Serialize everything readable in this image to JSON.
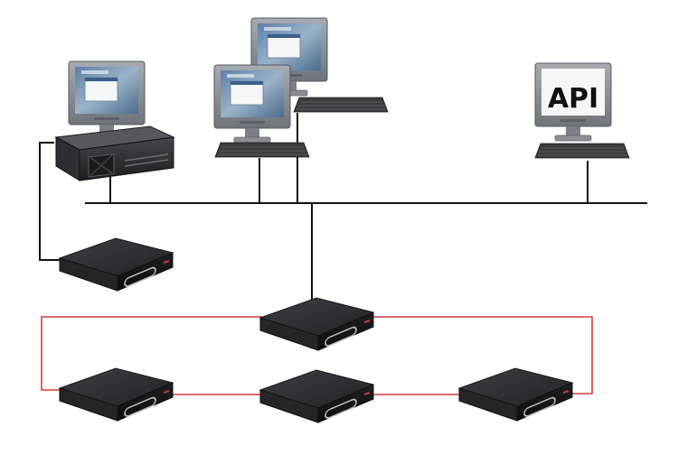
{
  "diagram": {
    "api_label": "API",
    "colors": {
      "background": "#ffffff",
      "network_line": "#111111",
      "ring_line": "#d23c3c",
      "monitor_bezel": "#8f939a",
      "device_body": "#2b2d31"
    },
    "nodes": [
      {
        "id": "server-workstation",
        "kind": "server-with-monitor"
      },
      {
        "id": "client-workstation-back",
        "kind": "workstation"
      },
      {
        "id": "client-workstation-front",
        "kind": "workstation"
      },
      {
        "id": "api-workstation",
        "kind": "workstation",
        "screen_label": "API"
      },
      {
        "id": "recorder-standalone",
        "kind": "network-recorder"
      },
      {
        "id": "recorder-ring-top",
        "kind": "network-recorder"
      },
      {
        "id": "recorder-ring-left",
        "kind": "network-recorder"
      },
      {
        "id": "recorder-ring-middle",
        "kind": "network-recorder"
      },
      {
        "id": "recorder-ring-right",
        "kind": "network-recorder"
      }
    ],
    "links": [
      {
        "from": "server-workstation",
        "to": "backbone",
        "type": "network"
      },
      {
        "from": "client-workstation-front",
        "to": "backbone",
        "type": "network"
      },
      {
        "from": "client-workstation-back",
        "to": "backbone",
        "type": "network"
      },
      {
        "from": "api-workstation",
        "to": "backbone",
        "type": "network"
      },
      {
        "from": "backbone",
        "to": "recorder-ring-top",
        "type": "network"
      },
      {
        "from": "server-workstation",
        "to": "recorder-standalone",
        "type": "direct"
      },
      {
        "from": "recorder-ring-top",
        "to": "recorder-ring-left",
        "type": "ring"
      },
      {
        "from": "recorder-ring-left",
        "to": "recorder-ring-middle",
        "type": "ring"
      },
      {
        "from": "recorder-ring-middle",
        "to": "recorder-ring-right",
        "type": "ring"
      },
      {
        "from": "recorder-ring-right",
        "to": "recorder-ring-top",
        "type": "ring"
      }
    ]
  }
}
